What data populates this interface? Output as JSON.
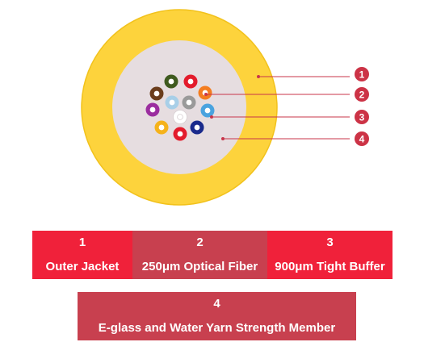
{
  "colors": {
    "jacket": "#fdd33c",
    "jacket_edge": "#f2c21c",
    "core": "#e6dde0",
    "leader_line": "#c8354a",
    "badge": "#cc3346",
    "legend_red": "#f0213a",
    "legend_muted": "#c8404f",
    "text_light": "#ffffff"
  },
  "callouts": [
    {
      "num": "1",
      "target": "outer-jacket"
    },
    {
      "num": "2",
      "target": "optical-fiber"
    },
    {
      "num": "3",
      "target": "tight-buffer"
    },
    {
      "num": "4",
      "target": "strength-member"
    }
  ],
  "fibers": [
    {
      "name": "brown",
      "color": "#6b3d1c"
    },
    {
      "name": "olive",
      "color": "#3f5a1f"
    },
    {
      "name": "red",
      "color": "#e31b2c"
    },
    {
      "name": "orange",
      "color": "#f47d20"
    },
    {
      "name": "light-blue",
      "color": "#4aa3df"
    },
    {
      "name": "navy",
      "color": "#1a2a8c"
    },
    {
      "name": "red-lower",
      "color": "#e31b2c"
    },
    {
      "name": "yellow",
      "color": "#f5b21b"
    },
    {
      "name": "violet",
      "color": "#9b2d9f"
    },
    {
      "name": "pale-blue",
      "color": "#a8cfe8"
    },
    {
      "name": "gray",
      "color": "#9a9a9a"
    },
    {
      "name": "white",
      "color": "#ffffff"
    }
  ],
  "legend": [
    {
      "num": "1",
      "label": "Outer Jacket",
      "color": "#f0213a"
    },
    {
      "num": "2",
      "label": "250μm Optical Fiber",
      "color": "#c8404f"
    },
    {
      "num": "3",
      "label": "900μm Tight Buffer",
      "color": "#f0213a"
    },
    {
      "num": "4",
      "label": "E-glass and Water Yarn Strength Member",
      "color": "#c8404f"
    }
  ]
}
